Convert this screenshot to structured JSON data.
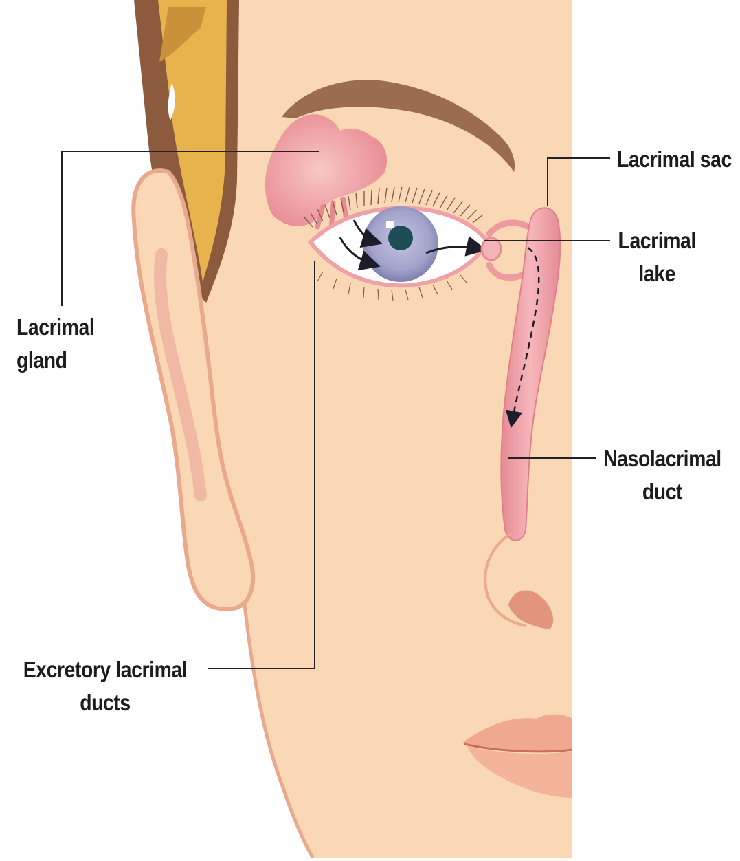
{
  "labels": {
    "lacrimal_gland": [
      "Lacrimal",
      "gland"
    ],
    "lacrimal_sac": "Lacrimal sac",
    "lacrimal_lake": [
      "Lacrimal",
      "lake"
    ],
    "nasolacrimal_duct": [
      "Nasolacrimal",
      "duct"
    ],
    "excretory_ducts": [
      "Excretory lacrimal",
      "ducts"
    ]
  },
  "colors": {
    "skin": "#fbd8b5",
    "skin_outline": "#e9a98d",
    "hair": "#8c5a3c",
    "hair_gold": "#e7b34d",
    "gland_pink": "#f0a3a9",
    "duct_pink": "#ee9aa1",
    "iris": "#a9a9cf",
    "pupil": "#1f4d55",
    "eyebrow": "#9c6c4f",
    "leader_line": "#222222"
  }
}
